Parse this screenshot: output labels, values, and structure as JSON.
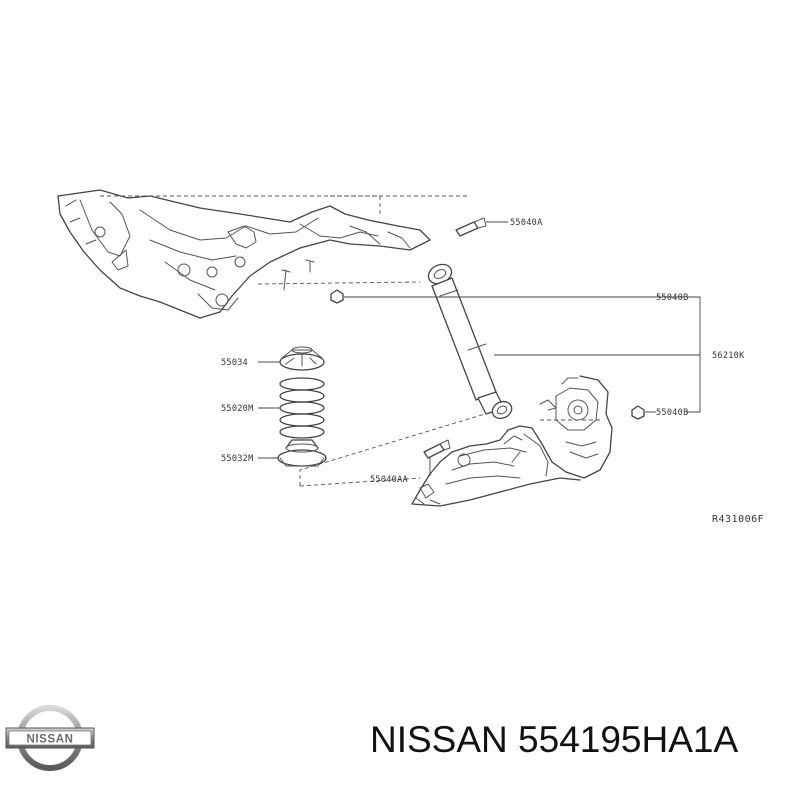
{
  "diagram": {
    "callouts": {
      "bolt_top": "55040A",
      "nut_upper": "55040B",
      "shock_absorber": "56210K",
      "nut_lower": "55040B",
      "bolt_lower": "55040AA",
      "spring_seat_upper": "55034",
      "coil_spring": "55020M",
      "spring_seat_lower": "55032M"
    },
    "reference_code": "R431006F"
  },
  "footer": {
    "brand": "NISSAN",
    "part_number": "554195HA1A",
    "logo_text": "NISSAN"
  },
  "colors": {
    "line": "#555555",
    "text": "#111111",
    "logo_metal": "#8a8a8a"
  }
}
